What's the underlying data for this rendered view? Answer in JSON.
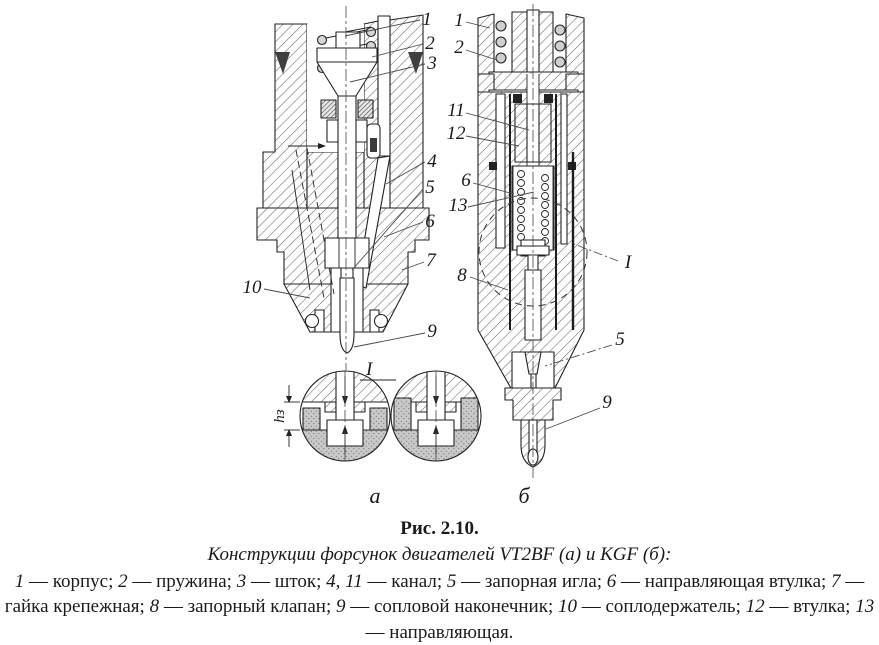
{
  "page": {
    "background": "#ffffff",
    "ink": "#1a1a1a"
  },
  "figure": {
    "caption_label": "Рис. 2.10.",
    "caption_title": "Конструкции форсунок двигателей VT2BF (а) и KGF (б):",
    "legend": {
      "items": [
        {
          "num": "1",
          "name": "корпус"
        },
        {
          "num": "2",
          "name": "пружина"
        },
        {
          "num": "3",
          "name": "шток"
        },
        {
          "num": "4, 11",
          "name": "канал"
        },
        {
          "num": "5",
          "name": "запорная игла"
        },
        {
          "num": "6",
          "name": "направляющая втулка"
        },
        {
          "num": "7",
          "name": "гайка крепежная"
        },
        {
          "num": "8",
          "name": "запорный клапан"
        },
        {
          "num": "9",
          "name": "сопловой наконечник"
        },
        {
          "num": "10",
          "name": "соплодержатель"
        },
        {
          "num": "12",
          "name": "втулка"
        },
        {
          "num": "13",
          "name": "направляющая"
        }
      ],
      "dash": " — ",
      "separator": "; ",
      "terminator": "."
    }
  },
  "diagram_a": {
    "sublabel": "а",
    "detail_ref": "I",
    "gap_dimension": "hз",
    "callouts": {
      "c1": "1",
      "c2": "2",
      "c3": "3",
      "c4": "4",
      "c5": "5",
      "c6": "6",
      "c7": "7",
      "c9": "9",
      "c10": "10"
    }
  },
  "diagram_b": {
    "sublabel": "б",
    "detail_ref": "I",
    "callouts": {
      "c1": "1",
      "c2": "2",
      "c5": "5",
      "c6": "6",
      "c8": "8",
      "c9": "9",
      "c11": "11",
      "c12": "12",
      "c13": "13"
    }
  }
}
